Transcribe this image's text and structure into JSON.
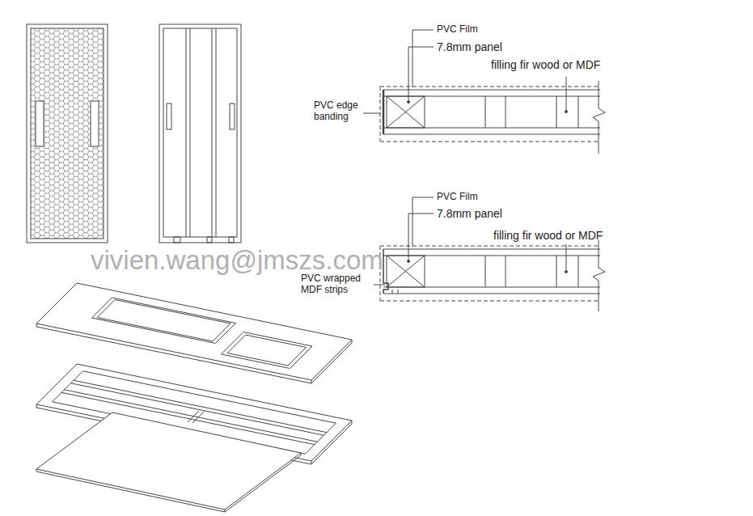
{
  "diagram": {
    "labels": [
      "PVC Film",
      "7.8mm panel",
      "filling fir wood or MDF",
      "PVC edge banding",
      "PVC Film",
      "7.8mm panel",
      "filling fir wood or MDF",
      "PVC wrapped MDF strips",
      "vivien.wang@jmszs.com"
    ]
  }
}
